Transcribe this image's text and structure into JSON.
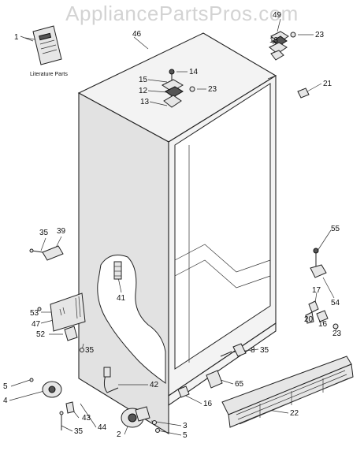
{
  "watermark": "AppliancePartsPros.com",
  "literature_label": "Literature Parts",
  "callouts": [
    {
      "id": "1",
      "label": "1"
    },
    {
      "id": "46",
      "label": "46"
    },
    {
      "id": "49",
      "label": "49"
    },
    {
      "id": "13a",
      "label": "13"
    },
    {
      "id": "23a",
      "label": "23"
    },
    {
      "id": "14",
      "label": "14"
    },
    {
      "id": "15",
      "label": "15"
    },
    {
      "id": "12",
      "label": "12"
    },
    {
      "id": "23b",
      "label": "23"
    },
    {
      "id": "13b",
      "label": "13"
    },
    {
      "id": "21",
      "label": "21"
    },
    {
      "id": "35a",
      "label": "35"
    },
    {
      "id": "39",
      "label": "39"
    },
    {
      "id": "55",
      "label": "55"
    },
    {
      "id": "41",
      "label": "41"
    },
    {
      "id": "54",
      "label": "54"
    },
    {
      "id": "17",
      "label": "17"
    },
    {
      "id": "53",
      "label": "53"
    },
    {
      "id": "47",
      "label": "47"
    },
    {
      "id": "20",
      "label": "20"
    },
    {
      "id": "16a",
      "label": "16"
    },
    {
      "id": "23c",
      "label": "23"
    },
    {
      "id": "52",
      "label": "52"
    },
    {
      "id": "8",
      "label": "8"
    },
    {
      "id": "35b",
      "label": "35"
    },
    {
      "id": "35c",
      "label": "35"
    },
    {
      "id": "5a",
      "label": "5"
    },
    {
      "id": "42",
      "label": "42"
    },
    {
      "id": "65",
      "label": "65"
    },
    {
      "id": "4",
      "label": "4"
    },
    {
      "id": "16b",
      "label": "16"
    },
    {
      "id": "22",
      "label": "22"
    },
    {
      "id": "43",
      "label": "43"
    },
    {
      "id": "3",
      "label": "3"
    },
    {
      "id": "44",
      "label": "44"
    },
    {
      "id": "35d",
      "label": "35"
    },
    {
      "id": "2",
      "label": "2"
    },
    {
      "id": "5b",
      "label": "5"
    }
  ]
}
